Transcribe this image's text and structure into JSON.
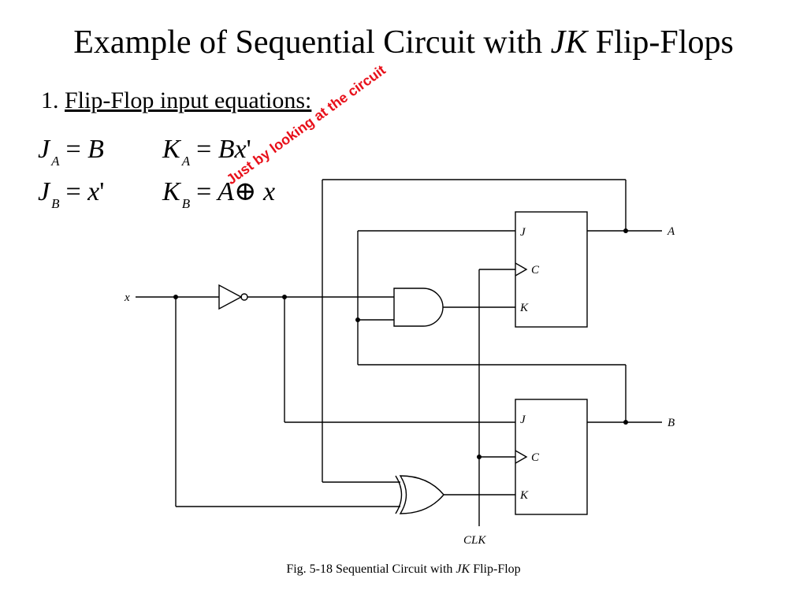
{
  "title": {
    "prefix": "Example of Sequential Circuit with ",
    "italic": "JK",
    "suffix": " Flip-Flops"
  },
  "step": {
    "number": "1.",
    "label": "Flip-Flop input equations:"
  },
  "equations": [
    {
      "lhs": "J",
      "sub": "A",
      "op": "=",
      "rhs": "B",
      "prime": ""
    },
    {
      "lhs": "K",
      "sub": "A",
      "op": "=",
      "rhs": "Bx",
      "prime": "'"
    },
    {
      "lhs": "J",
      "sub": "B",
      "op": "=",
      "rhs": "x",
      "prime": "'"
    },
    {
      "lhs": "K",
      "sub": "B",
      "op": "=",
      "rhs": "A",
      "xor": "⊕",
      "rhs2": "x"
    }
  ],
  "annotation": "Just by looking at the circuit",
  "circuit": {
    "input_label": "x",
    "clock_label": "CLK",
    "ff_a": {
      "j": "J",
      "c": "C",
      "k": "K",
      "output": "A"
    },
    "ff_b": {
      "j": "J",
      "c": "C",
      "k": "K",
      "output": "B"
    }
  },
  "caption": {
    "prefix": "Fig. 5-18  Sequential Circuit with ",
    "italic": "JK",
    "suffix": " Flip-Flop"
  }
}
